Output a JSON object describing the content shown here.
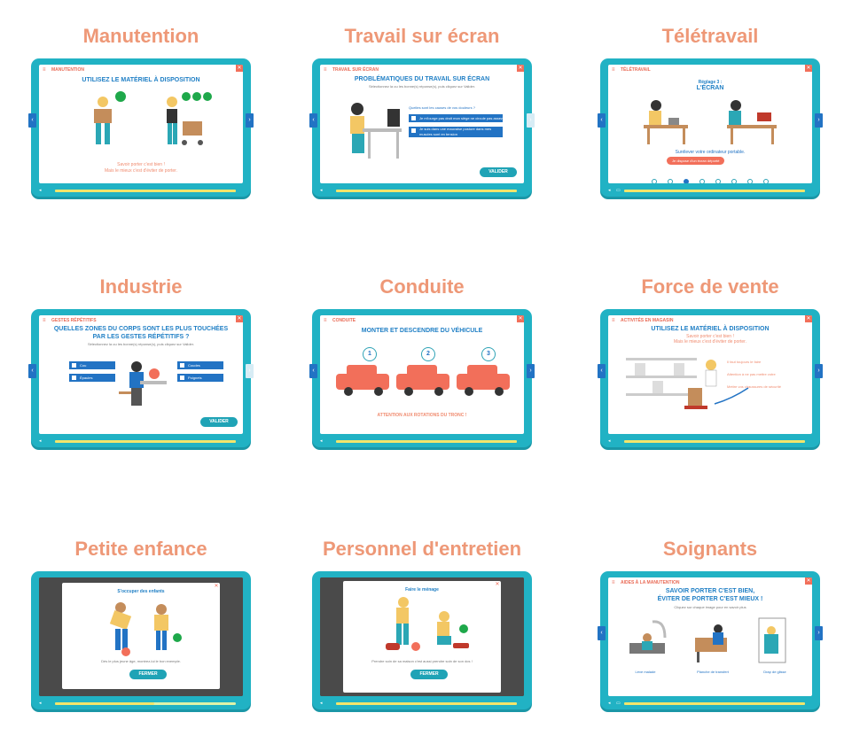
{
  "colors": {
    "title": "#ee9877",
    "tablet": "#21b2c4",
    "blue": "#2273c4",
    "accent": "#f26f5a"
  },
  "cells": [
    {
      "title": "Manutention",
      "header": "MANUTENTION",
      "headline": "UTILISEZ LE MATÉRIEL À DISPOSITION",
      "caption1": "Savoir porter c'est bien !",
      "caption2": "Mais le mieux c'est d'éviter de porter."
    },
    {
      "title": "Travail sur écran",
      "header": "TRAVAIL SUR ÉCRAN",
      "headline": "PROBLÉMATIQUES DU TRAVAIL SUR ÉCRAN",
      "sub": "Sélectionnez la ou les bonne(s) réponse(s), puis cliquez sur Valider.",
      "question": "Quelles sont les causes de vos douleurs ?",
      "opt1": "Je m'lourge pas droit mon siège ne circule pas assez",
      "opt2": "Je suis dans une mauvaise posture dans mes muscles sont en tension",
      "button": "VALIDER"
    },
    {
      "title": "Télétravail",
      "header": "TÉLÉTRAVAIL",
      "headline1": "Réglage 3 :",
      "headline2": "L'ÉCRAN",
      "caption": "Surélever votre ordinateur portable.",
      "pill": "Je dispose d'un écran déporté"
    },
    {
      "title": "Industrie",
      "header": "GESTES RÉPÉTITIFS",
      "headline1": "QUELLES ZONES DU CORPS SONT LES PLUS TOUCHÉES",
      "headline2": "PAR LES GESTES RÉPÉTITIFS ?",
      "sub": "Sélectionnez la ou les bonne(s) réponse(s), puis cliquez sur Valider.",
      "opt1": "Cou",
      "opt2": "Épaules",
      "opt3": "Coudes",
      "opt4": "Poignets",
      "button": "VALIDER"
    },
    {
      "title": "Conduite",
      "header": "CONDUITE",
      "headline": "MONTER ET DESCENDRE DU VÉHICULE",
      "step1": "1",
      "step2": "2",
      "step3": "3",
      "caption": "ATTENTION AUX ROTATIONS DU TRONC !"
    },
    {
      "title": "Force de vente",
      "header": "ACTIVITÉS EN MAGASIN",
      "headline": "UTILISEZ LE MATÉRIEL À DISPOSITION",
      "caption1": "Savoir porter c'est bien !",
      "caption2": "Mais le mieux c'est d'éviter de porter.",
      "b1": "Il faut toujours le faire",
      "b2": "Attention à ne pas mettre votre",
      "b3": "Mettre vos chaussures de sécurité"
    },
    {
      "title": "Petite enfance",
      "modal_title": "S'occuper des enfants",
      "caption": "Dès le plus jeune âge, montrez-lui le bon exemple.",
      "button": "FERMER"
    },
    {
      "title": "Personnel d'entretien",
      "modal_title": "Faire le ménage",
      "caption": "Prendre soin de sa maison c'est aussi prendre soin de son dos !",
      "button": "FERMER"
    },
    {
      "title": "Soignants",
      "header": "AIDES À LA MANUTENTION",
      "headline1": "SAVOIR PORTER C'EST BIEN,",
      "headline2": "ÉVITER DE PORTER C'EST MIEUX !",
      "sub": "Cliquez sur chaque image pour en savoir plus",
      "l1": "Lève malade",
      "l2": "Planche de transfert",
      "l3": "Drap de glisse"
    }
  ]
}
